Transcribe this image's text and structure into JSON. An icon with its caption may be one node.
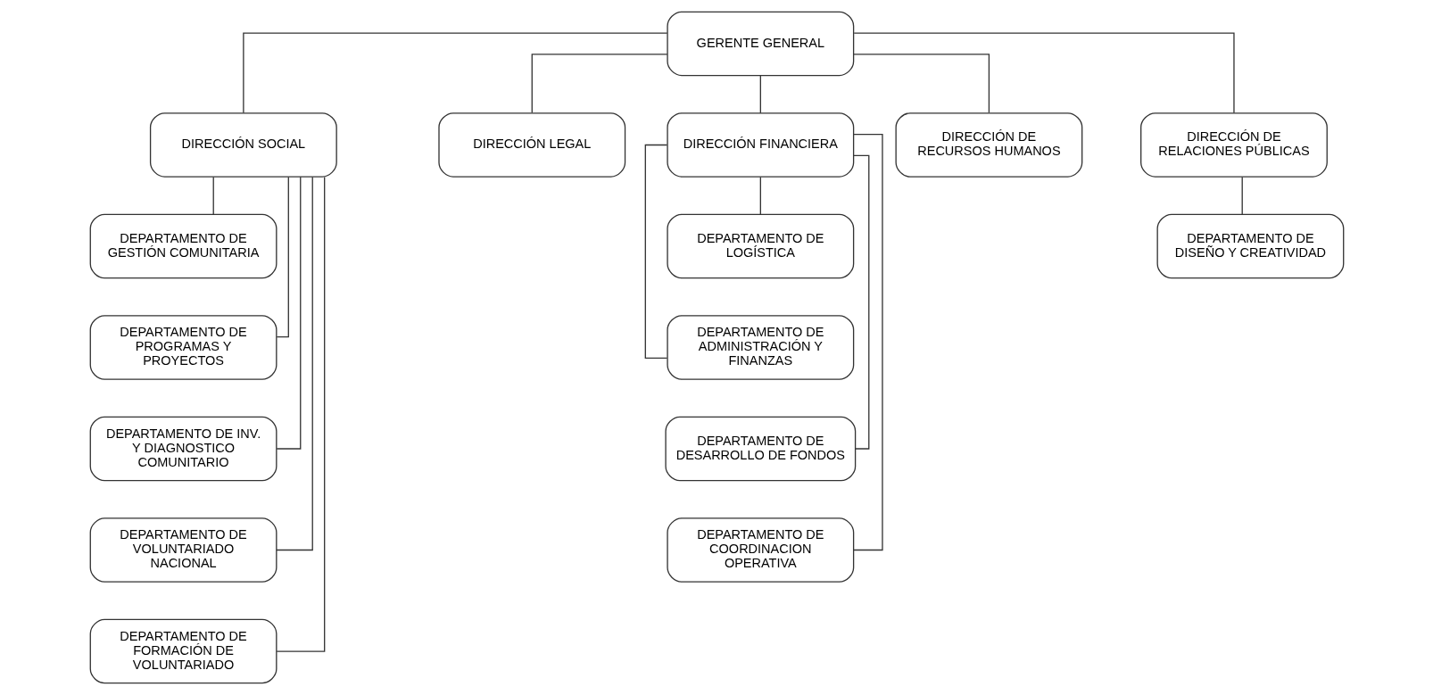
{
  "diagram": {
    "nodes": [
      {
        "text": [
          "GERENTE GENERAL"
        ]
      },
      {
        "text": [
          "DIRECCIÓN SOCIAL"
        ]
      },
      {
        "text": [
          "DIRECCIÓN LEGAL"
        ]
      },
      {
        "text": [
          "DIRECCIÓN FINANCIERA"
        ]
      },
      {
        "text": [
          "DIRECCIÓN DE RECURSOS HUMANOS"
        ]
      },
      {
        "text": [
          "DIRECCIÓN DE RELACIONES PÚBLICAS"
        ]
      },
      {
        "text": [
          "DEPARTAMENTO DE GESTIÓN COMUNITARIA"
        ]
      },
      {
        "text": [
          "DEPARTAMENTO DE PROGRAMAS Y PROYECTOS"
        ]
      },
      {
        "text": [
          "DEPARTAMENTO DE INV. Y DIAGNOSTICO COMUNITARIO"
        ]
      },
      {
        "text": [
          "DEPARTAMENTO DE VOLUNTARIADO NACIONAL"
        ]
      },
      {
        "text": [
          "DEPARTAMENTO DE FORMACIÓN DE VOLUNTARIADO"
        ]
      },
      {
        "text": [
          "DEPARTAMENTO DE LOGÍSTICA"
        ]
      },
      {
        "text": [
          "DEPARTAMENTO DE ADMINISTRACIÓN Y FINANZAS"
        ]
      },
      {
        "text": [
          "DEPARTAMENTO DE DESARROLLO DE FONDOS"
        ]
      },
      {
        "text": [
          "DEPARTAMENTO DE COORDINACION OPERATIVA"
        ]
      },
      {
        "text": [
          "DEPARTAMENTO DE DISEÑO Y CREATIVIDAD"
        ]
      }
    ],
    "edges": [
      {
        "from": 0,
        "to": 1,
        "arrow": "none"
      },
      {
        "from": 0,
        "to": 2,
        "arrow": "none"
      },
      {
        "from": 0,
        "to": 3,
        "arrow": "none"
      },
      {
        "from": 0,
        "to": 4,
        "arrow": "none"
      },
      {
        "from": 0,
        "to": 5,
        "arrow": "none"
      },
      {
        "from": 1,
        "to": 6,
        "arrow": "none"
      },
      {
        "from": 1,
        "to": 7,
        "arrow": "none"
      },
      {
        "from": 1,
        "to": 8,
        "arrow": "none"
      },
      {
        "from": 1,
        "to": 9,
        "arrow": "none"
      },
      {
        "from": 1,
        "to": 10,
        "arrow": "none"
      },
      {
        "from": 3,
        "to": 11,
        "arrow": "none"
      },
      {
        "from": 3,
        "to": 12,
        "arrow": "none"
      },
      {
        "from": 3,
        "to": 13,
        "arrow": "none"
      },
      {
        "from": 3,
        "to": 14,
        "arrow": "none"
      },
      {
        "from": 5,
        "to": 15,
        "arrow": "none"
      }
    ]
  }
}
